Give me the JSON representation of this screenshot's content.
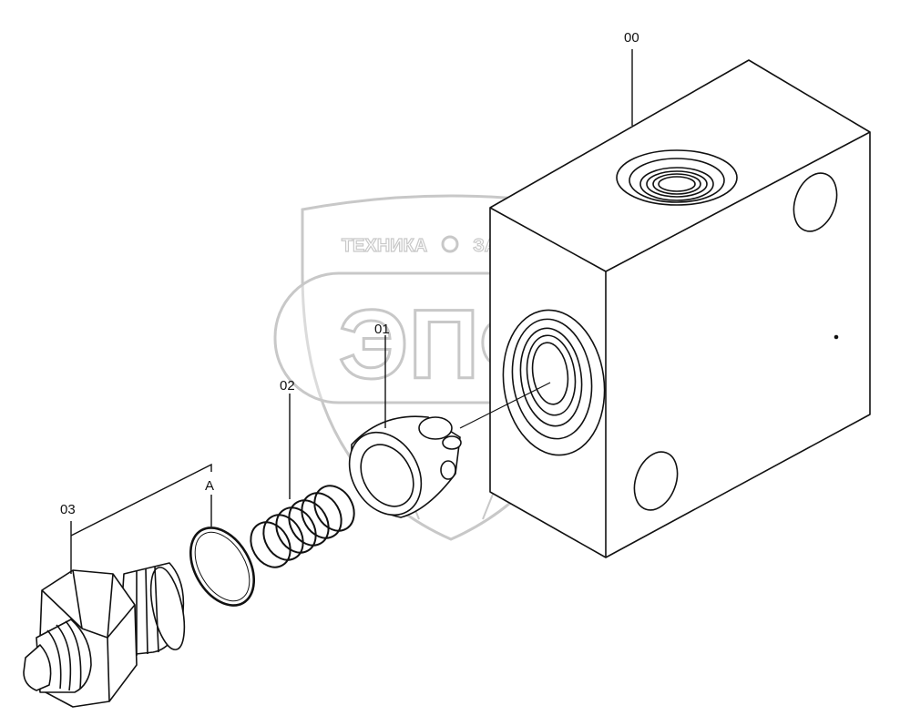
{
  "callouts": {
    "housing": "00",
    "poppet": "01",
    "spring": "02",
    "plug": "03",
    "oring": "A"
  },
  "watermark": {
    "line1_left": "ТЕХНИКА",
    "line1_right": "ЗАПЧАСТИ",
    "logo": "ЭПФ"
  },
  "colors": {
    "line": "#111111",
    "watermark": "#c8c8c8"
  }
}
